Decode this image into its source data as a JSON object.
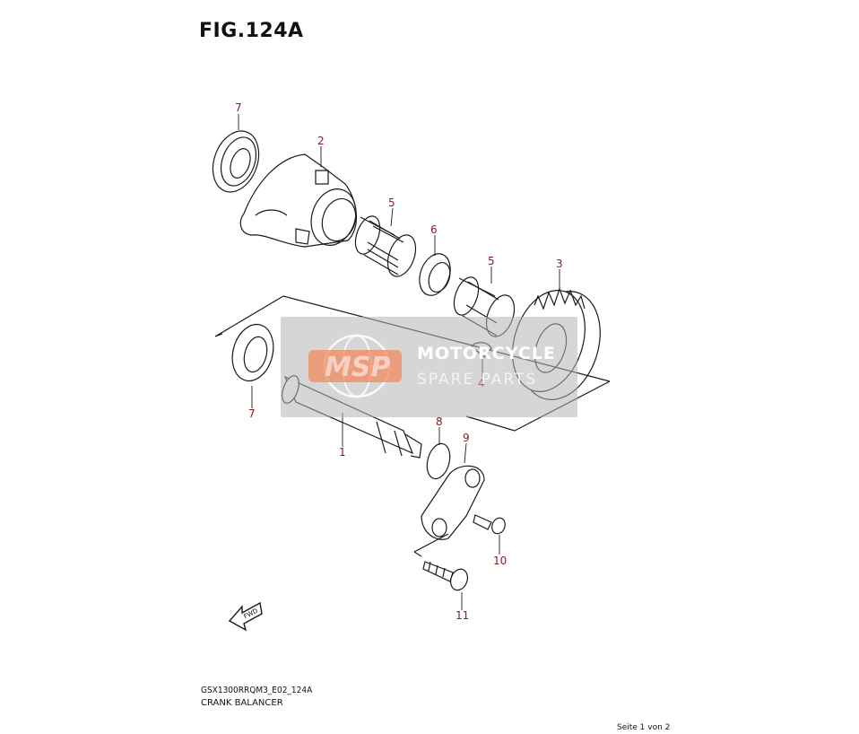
{
  "figure": {
    "title": "FIG.124A"
  },
  "callouts": [
    {
      "id": "c7a",
      "label": "7"
    },
    {
      "id": "c2",
      "label": "2"
    },
    {
      "id": "c5a",
      "label": "5"
    },
    {
      "id": "c6",
      "label": "6"
    },
    {
      "id": "c5b",
      "label": "5"
    },
    {
      "id": "c3",
      "label": "3"
    },
    {
      "id": "c4",
      "label": "4"
    },
    {
      "id": "c7b",
      "label": "7"
    },
    {
      "id": "c8",
      "label": "8"
    },
    {
      "id": "c9",
      "label": "9"
    },
    {
      "id": "c1",
      "label": "1"
    },
    {
      "id": "c10",
      "label": "10"
    },
    {
      "id": "c11",
      "label": "11"
    }
  ],
  "fwd_label": "FWD",
  "footer": {
    "model_code": "GSX1300RRQM3_E02_124A",
    "diagram_name": "CRANK BALANCER",
    "page_indicator": "Seite 1 von 2"
  },
  "watermark": {
    "logo_text": "MSP",
    "line1": "MOTORCYCLE",
    "line2": "SPARE PARTS"
  },
  "colors": {
    "callout_text": "#8b1a1a",
    "line_art": "#1a1a1a",
    "watermark_box": "#b4b4b4",
    "watermark_logo": "#f08a5d"
  }
}
